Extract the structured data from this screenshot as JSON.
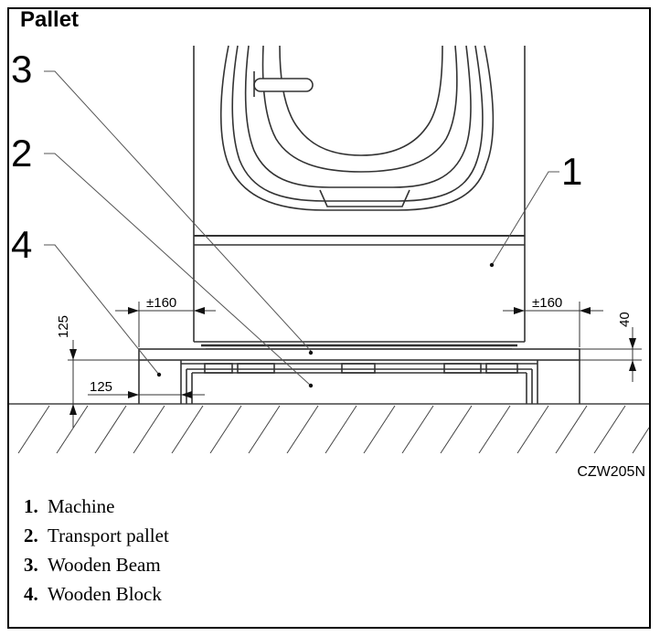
{
  "title": "Pallet",
  "figure_code": "CZW205N",
  "callouts": [
    "1",
    "2",
    "3",
    "4"
  ],
  "dimensions": {
    "side_offset": "±160",
    "beam_height": "40",
    "block_height": "125",
    "block_width": "125"
  },
  "legend": [
    {
      "num": "1.",
      "text": "Machine"
    },
    {
      "num": "2.",
      "text": "Transport pallet"
    },
    {
      "num": "3.",
      "text": "Wooden Beam"
    },
    {
      "num": "4.",
      "text": "Wooden Block"
    }
  ]
}
